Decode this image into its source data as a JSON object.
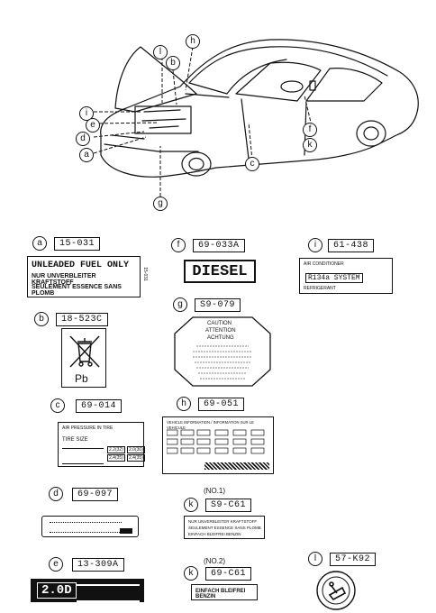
{
  "callouts": {
    "a": "a",
    "b": "b",
    "c": "c",
    "d": "d",
    "e": "e",
    "f": "f",
    "g": "g",
    "h": "h",
    "i": "i",
    "k": "k",
    "l": "l"
  },
  "parts": {
    "a": "15-031",
    "b": "18-523C",
    "c": "69-014",
    "d": "69-097",
    "e": "13-309A",
    "f": "69-033A",
    "g": "S9-079",
    "h": "69-051",
    "i": "61-438",
    "k1": "S9-C61",
    "k2": "69-C61",
    "l": "57-K92"
  },
  "variants": {
    "k1": "(NO.1)",
    "k2": "(NO.2)"
  },
  "label_a": {
    "line1": "UNLEADED FUEL ONLY",
    "line2": "NUR UNVERBLEITER KRAFTSTOFF",
    "line3": "SEULEMENT ESSENCE SANS PLOMB",
    "side": "15-031"
  },
  "label_b": {
    "text": "Pb"
  },
  "label_c": {
    "title": "AIR PRESSURE IN TIRE",
    "tire_size": "TIRE SIZE",
    "cell1": "2.2(32)",
    "cell2": "2.0(30)",
    "cell3": "2.4(35)",
    "cell4": "2.4(35)"
  },
  "label_e": {
    "logo": "2.0D"
  },
  "label_f": {
    "text": "DIESEL"
  },
  "label_g": {
    "l1": "CAUTION",
    "l2": "ATTENTION",
    "l3": "ACHTUNG"
  },
  "label_h": {
    "title": "VEHICLE INFORMATION / INFORMATION SUR LE VEHICULE"
  },
  "label_i": {
    "l1": "AIR CONDITIONER",
    "l2": "R134a SYSTEM",
    "l3": "REFRIGERANT"
  },
  "label_k1": {
    "l1": "NUR UNVERBLEITER KRAFTSTOFF",
    "l2": "SEULEMENT ESSENCE SANS PLOMB",
    "l3": "EINFACH BLEIFREI BENZIN"
  },
  "label_k2": {
    "text": "EINFACH BLEIFREI BENZIN"
  },
  "colors": {
    "ink": "#111111",
    "paper": "#ffffff"
  }
}
